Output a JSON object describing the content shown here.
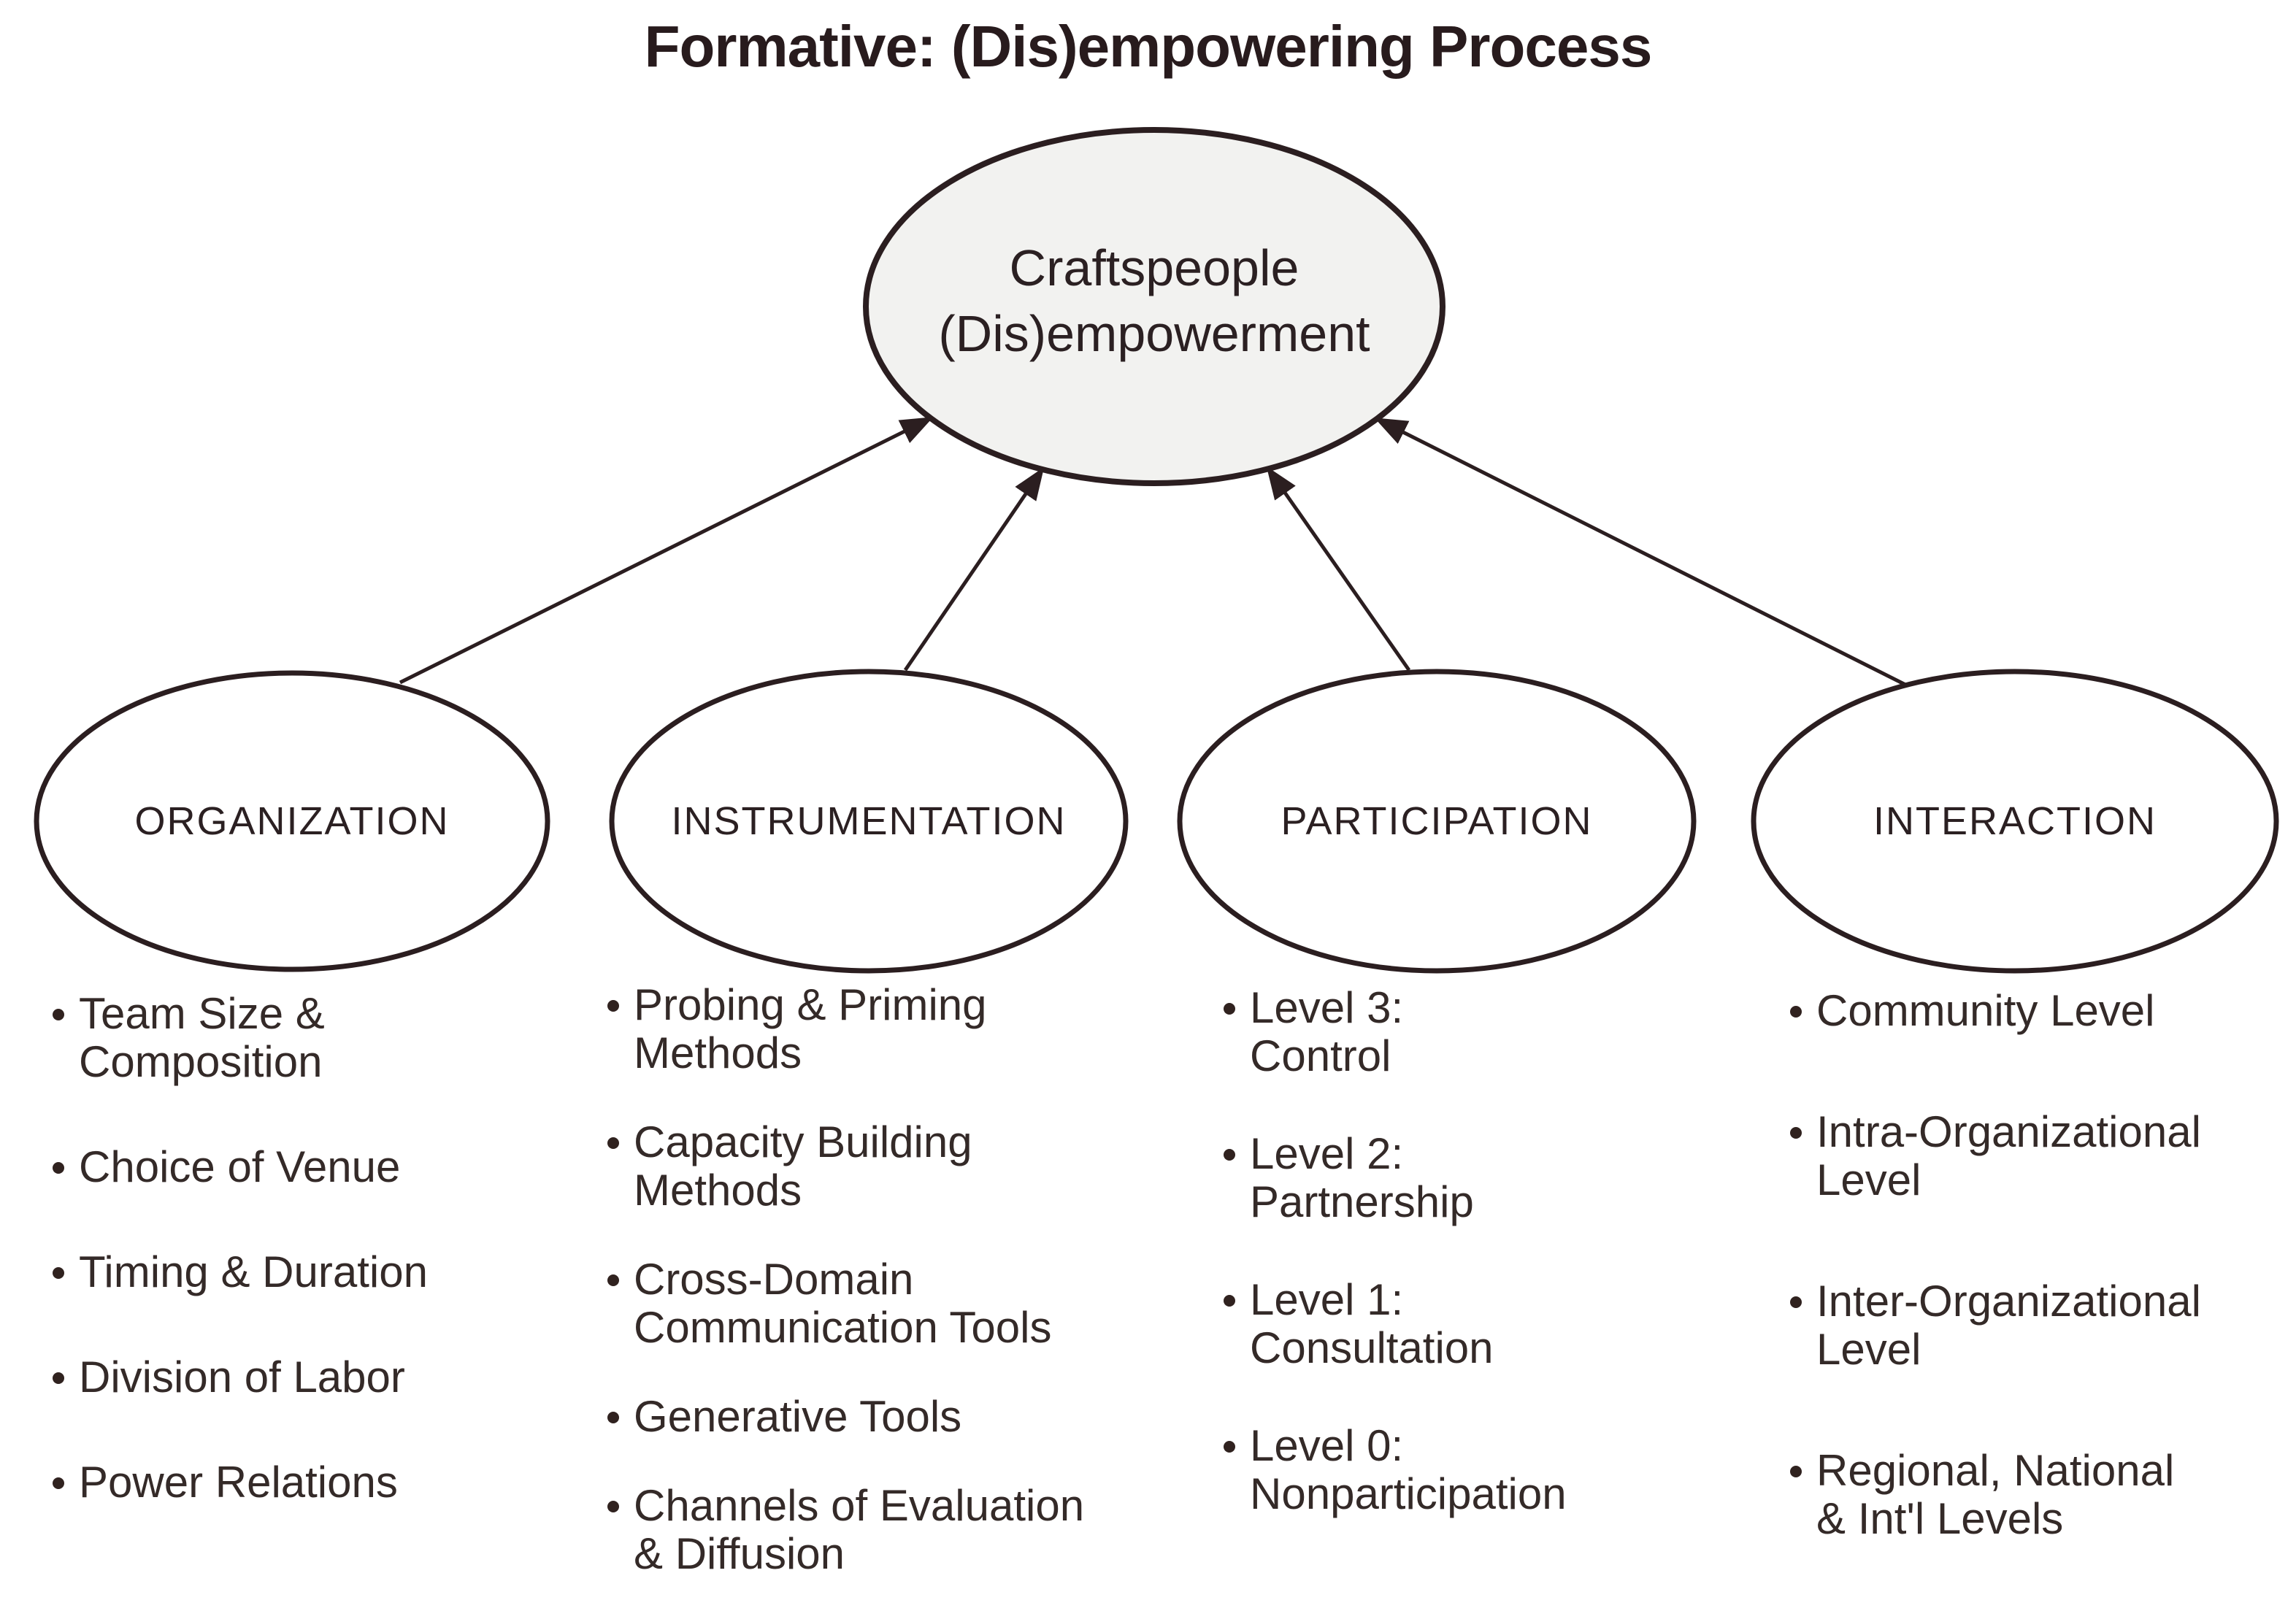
{
  "title": "Formative: (Dis)empowering Process",
  "colors": {
    "ink": "#2b1e20",
    "text": "#342a28",
    "central_ellipse_fill": "#f2f2f0",
    "background": "#ffffff"
  },
  "center": {
    "label_lines": [
      "Craftspeople",
      "(Dis)empowerment"
    ]
  },
  "categories": [
    {
      "label": "ORGANIZATION",
      "items": [
        [
          "Team Size &",
          "Composition"
        ],
        [
          "Choice of Venue"
        ],
        [
          "Timing & Duration"
        ],
        [
          "Division of Labor"
        ],
        [
          "Power Relations"
        ]
      ]
    },
    {
      "label": "INSTRUMENTATION",
      "items": [
        [
          "Probing & Priming",
          "Methods"
        ],
        [
          "Capacity Building",
          "Methods"
        ],
        [
          "Cross-Domain",
          "Communication Tools"
        ],
        [
          "Generative Tools"
        ],
        [
          "Channels of Evaluation",
          "& Diffusion"
        ]
      ]
    },
    {
      "label": "PARTICIPATION",
      "items": [
        [
          "Level 3:",
          "Control"
        ],
        [
          "Level 2:",
          "Partnership"
        ],
        [
          "Level 1:",
          "Consultation"
        ],
        [
          "Level 0:",
          "Nonparticipation"
        ]
      ]
    },
    {
      "label": "INTERACTION",
      "items": [
        [
          "Community Level"
        ],
        [
          "Intra-Organizational",
          "Level"
        ],
        [
          "Inter-Organizational",
          "Level"
        ],
        [
          "Regional, National",
          "& Int'l Levels"
        ]
      ]
    }
  ]
}
